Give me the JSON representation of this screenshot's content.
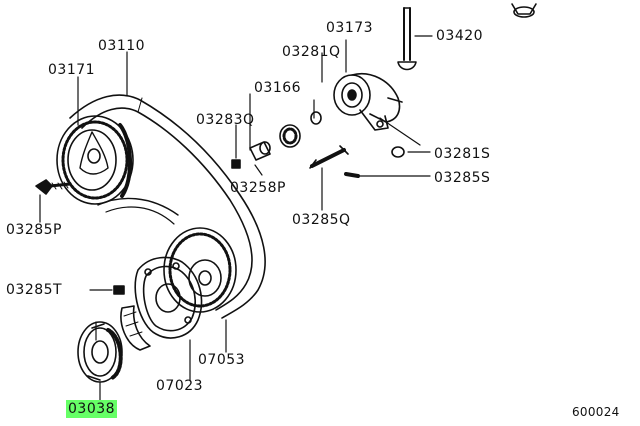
{
  "part_labels": {
    "p03110": "03110",
    "p03171": "03171",
    "p03173": "03173",
    "p03420": "03420",
    "p03281Q": "03281Q",
    "p03166": "03166",
    "p03283Q": "03283Q",
    "p03281S": "03281S",
    "p03258P": "03258P",
    "p03285S": "03285S",
    "p03285P": "03285P",
    "p03285Q": "03285Q",
    "p03285T": "03285T",
    "p07053": "07053",
    "p07023": "07023",
    "p03038": "03038"
  },
  "diagram_code": "600024",
  "colors": {
    "line": "#111111",
    "highlight": "#66ff66",
    "background": "#ffffff"
  }
}
